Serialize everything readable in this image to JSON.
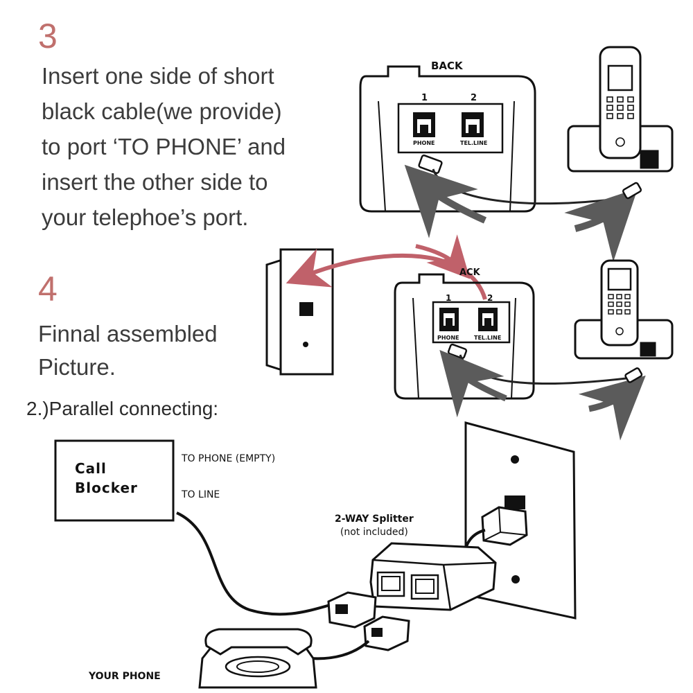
{
  "step3": {
    "number": "3",
    "lines": [
      "Insert one side of short",
      "black cable(we provide)",
      "to port ‘TO PHONE’ and",
      "insert the other side to",
      "your telephoe’s port."
    ]
  },
  "step4": {
    "number": "4",
    "lines": [
      "Finnal assembled",
      "Picture."
    ]
  },
  "device_top": {
    "back_label": "BACK",
    "port1_number": "1",
    "port2_number": "2",
    "port1_label": "PHONE",
    "port2_label": "TEL.LINE"
  },
  "device_mid": {
    "back_label": "ACK",
    "port1_number": "1",
    "port2_number": "2",
    "port1_label": "PHONE",
    "port2_label": "TEL.LINE"
  },
  "section": {
    "title": "2.)Parallel connecting:"
  },
  "parallel": {
    "call_blocker": [
      "Call",
      "Blocker"
    ],
    "to_phone": "TO PHONE (EMPTY)",
    "to_line": "TO LINE",
    "splitter": [
      "2-WAY Splitter",
      "(not included)"
    ],
    "your_phone": "YOUR PHONE"
  },
  "colors": {
    "step_number": "#c0706d",
    "body_text": "#3c3c3c",
    "red_arrow": "#c0616a",
    "gray_arrow": "#5b5b5b"
  }
}
